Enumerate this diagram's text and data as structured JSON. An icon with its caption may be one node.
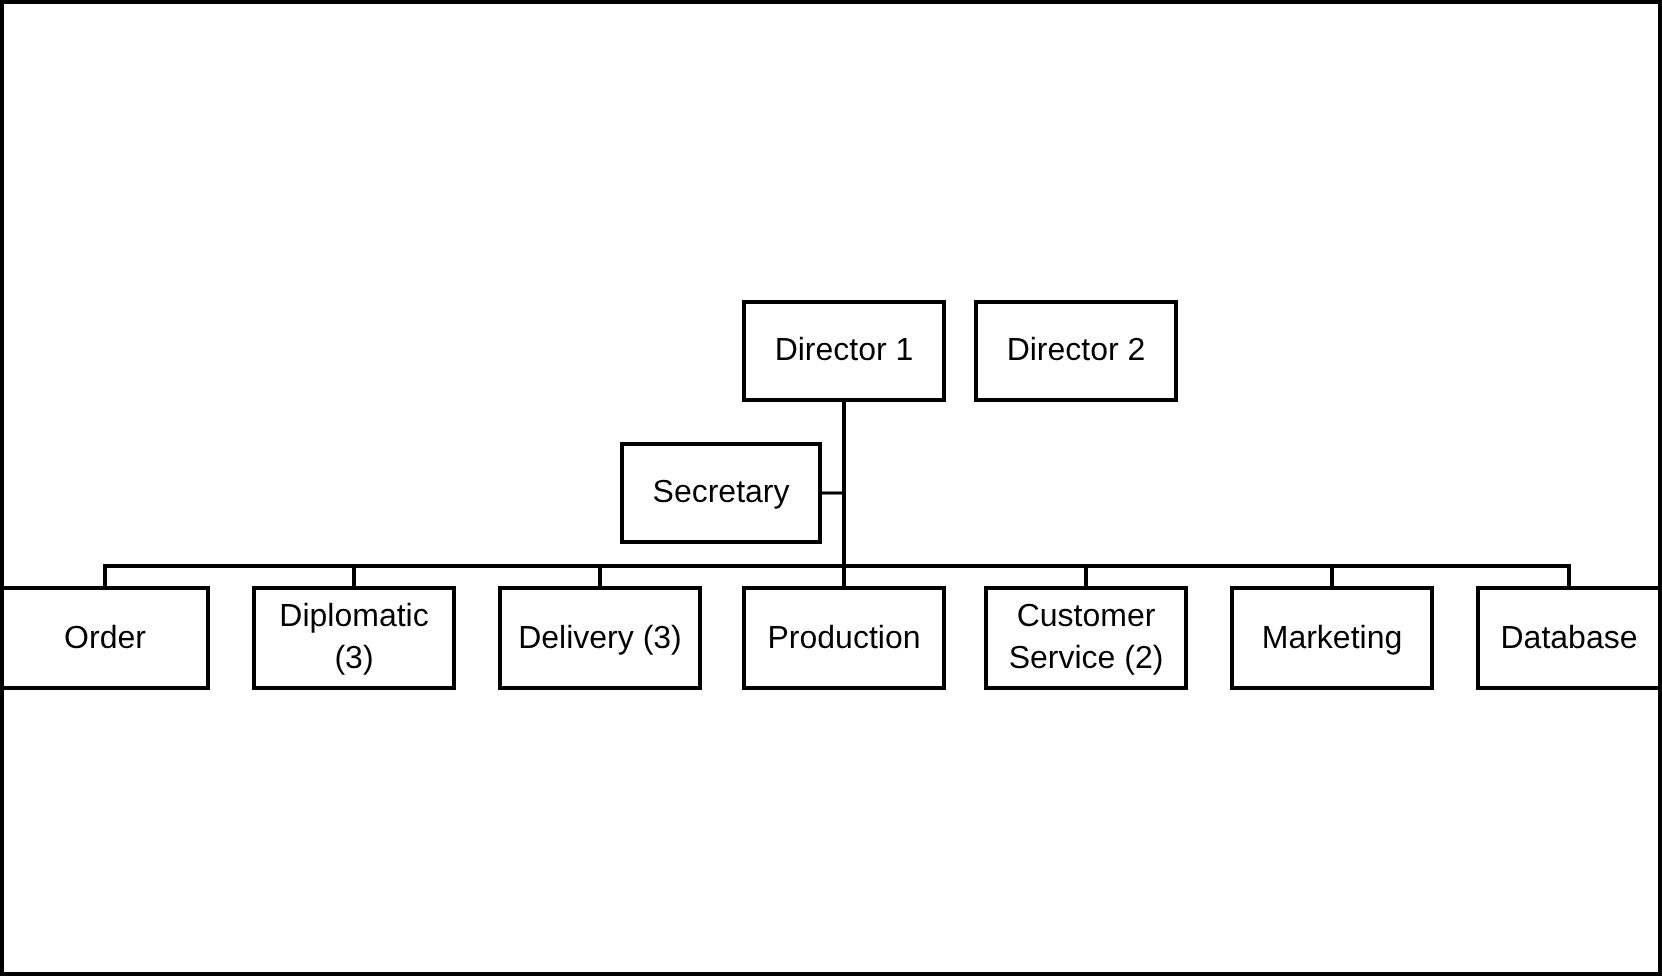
{
  "diagram": {
    "nodes": [
      {
        "text": [
          "Director 1"
        ]
      },
      {
        "text": [
          "Director 2"
        ]
      },
      {
        "text": [
          "Secretary"
        ]
      },
      {
        "text": [
          "Order"
        ]
      },
      {
        "text": [
          "Diplomatic (3)"
        ]
      },
      {
        "text": [
          "Delivery (3)"
        ]
      },
      {
        "text": [
          "Production"
        ]
      },
      {
        "text": [
          "Customer Service (2)"
        ]
      },
      {
        "text": [
          "Marketing"
        ]
      },
      {
        "text": [
          "Database"
        ]
      }
    ],
    "edges": [
      {
        "from": 0,
        "to": 2,
        "arrow": "none"
      },
      {
        "from": 0,
        "to": 3,
        "arrow": "none"
      },
      {
        "from": 0,
        "to": 4,
        "arrow": "none"
      },
      {
        "from": 0,
        "to": 5,
        "arrow": "none"
      },
      {
        "from": 0,
        "to": 6,
        "arrow": "none"
      },
      {
        "from": 0,
        "to": 7,
        "arrow": "none"
      },
      {
        "from": 0,
        "to": 8,
        "arrow": "none"
      },
      {
        "from": 0,
        "to": 9,
        "arrow": "none"
      }
    ]
  }
}
